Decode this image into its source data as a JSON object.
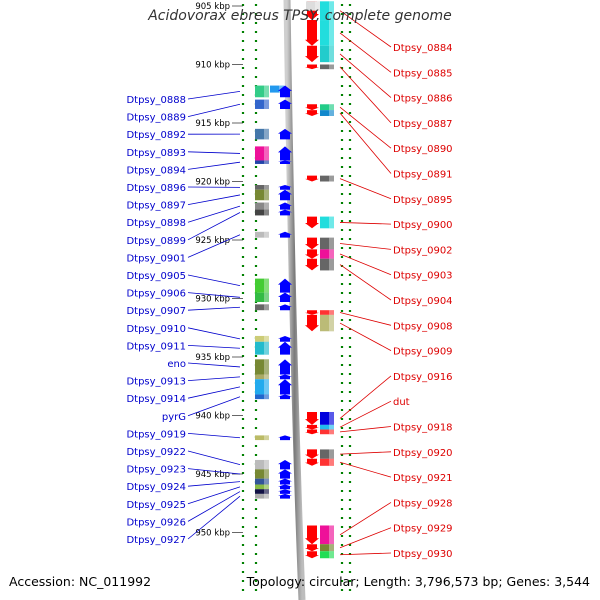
{
  "title": "Acidovorax ebreus TPSY, complete genome",
  "footer": {
    "accession": "Accession: NC_011992",
    "summary": "Topology: circular; Length: 3,796,573 bp; Genes: 3,544"
  },
  "colors": {
    "left_label": "#0000cc",
    "right_label": "#dd0000",
    "forward_arrow": "#0000ff",
    "reverse_arrow": "#ff0000",
    "tick": "#008000",
    "backbone": "#888888"
  },
  "scale": [
    {
      "label": "905 kbp",
      "kbp": 905
    },
    {
      "label": "910 kbp",
      "kbp": 910
    },
    {
      "label": "915 kbp",
      "kbp": 915
    },
    {
      "label": "920 kbp",
      "kbp": 920
    },
    {
      "label": "925 kbp",
      "kbp": 925
    },
    {
      "label": "930 kbp",
      "kbp": 930
    },
    {
      "label": "935 kbp",
      "kbp": 935
    },
    {
      "label": "940 kbp",
      "kbp": 940
    },
    {
      "label": "945 kbp",
      "kbp": 945
    },
    {
      "label": "950 kbp",
      "kbp": 950
    }
  ],
  "left_genes": [
    {
      "name": "Dtpsy_0888",
      "start": 911.8,
      "end": 912.8,
      "color": "#33cc88",
      "color2": "#2299ee"
    },
    {
      "name": "Dtpsy_0889",
      "start": 913.0,
      "end": 913.8,
      "color": "#3366cc"
    },
    {
      "name": "Dtpsy_0892",
      "start": 915.5,
      "end": 916.4,
      "color": "#4477aa"
    },
    {
      "name": "Dtpsy_0893",
      "start": 917.0,
      "end": 918.2,
      "color": "#ee1199"
    },
    {
      "name": "Dtpsy_0894",
      "start": 918.2,
      "end": 918.5,
      "color": "#2244aa"
    },
    {
      "name": "Dtpsy_0896",
      "start": 920.3,
      "end": 920.7,
      "color": "#666666"
    },
    {
      "name": "Dtpsy_0897",
      "start": 920.7,
      "end": 921.6,
      "color": "#778833"
    },
    {
      "name": "Dtpsy_0898",
      "start": 921.8,
      "end": 922.4,
      "color": "#888888"
    },
    {
      "name": "Dtpsy_0899",
      "start": 922.4,
      "end": 922.9,
      "color": "#444444"
    },
    {
      "name": "Dtpsy_0901",
      "start": 924.3,
      "end": 924.8,
      "color": "#bbbbbb"
    },
    {
      "name": "Dtpsy_0905",
      "start": 928.3,
      "end": 929.5,
      "color": "#44cc33"
    },
    {
      "name": "Dtpsy_0906",
      "start": 929.5,
      "end": 930.3,
      "color": "#33bb44"
    },
    {
      "name": "Dtpsy_0907",
      "start": 930.5,
      "end": 931.0,
      "color": "#666666"
    },
    {
      "name": "Dtpsy_0910",
      "start": 933.2,
      "end": 933.7,
      "color": "#cccc77"
    },
    {
      "name": "Dtpsy_0911",
      "start": 933.7,
      "end": 934.8,
      "color": "#22bbcc"
    },
    {
      "name": "eno",
      "start": 935.2,
      "end": 936.5,
      "color": "#778833"
    },
    {
      "name": "Dtpsy_0913",
      "start": 936.5,
      "end": 936.9,
      "color": "#aaaa66"
    },
    {
      "name": "Dtpsy_0914",
      "start": 936.9,
      "end": 938.2,
      "color": "#22aaee"
    },
    {
      "name": "pyrG",
      "start": 938.2,
      "end": 938.6,
      "color": "#2266cc"
    },
    {
      "name": "Dtpsy_0919",
      "start": 941.7,
      "end": 942.1,
      "color": "#bbbb66"
    },
    {
      "name": "Dtpsy_0922",
      "start": 943.8,
      "end": 944.6,
      "color": "#bbbbbb"
    },
    {
      "name": "Dtpsy_0923",
      "start": 944.6,
      "end": 945.4,
      "color": "#778833"
    },
    {
      "name": "Dtpsy_0924",
      "start": 945.4,
      "end": 945.9,
      "color": "#335599"
    },
    {
      "name": "Dtpsy_0925",
      "start": 945.9,
      "end": 946.3,
      "color": "#88bb44"
    },
    {
      "name": "Dtpsy_0926",
      "start": 946.3,
      "end": 946.7,
      "color": "#111144"
    },
    {
      "name": "Dtpsy_0927",
      "start": 946.7,
      "end": 947.1,
      "color": "#aaaaaa"
    }
  ],
  "right_genes": [
    {
      "name": "Dtpsy_0884",
      "start": 904.6,
      "end": 906.2,
      "color": "#22dddd",
      "color2": "#dddddd"
    },
    {
      "name": "Dtpsy_0885",
      "start": 906.2,
      "end": 908.4,
      "color": "#22dddd"
    },
    {
      "name": "Dtpsy_0886",
      "start": 908.4,
      "end": 909.8,
      "color": "#22cccc"
    },
    {
      "name": "Dtpsy_0887",
      "start": 910.0,
      "end": 910.4,
      "color": "#666666"
    },
    {
      "name": "Dtpsy_0890",
      "start": 913.4,
      "end": 913.9,
      "color": "#22cc88"
    },
    {
      "name": "Dtpsy_0891",
      "start": 913.9,
      "end": 914.4,
      "color": "#1188cc"
    },
    {
      "name": "Dtpsy_0895",
      "start": 919.5,
      "end": 920.0,
      "color": "#666666"
    },
    {
      "name": "Dtpsy_0900",
      "start": 923.0,
      "end": 924.0,
      "color": "#22dddd"
    },
    {
      "name": "Dtpsy_0902",
      "start": 924.8,
      "end": 925.8,
      "color": "#666666"
    },
    {
      "name": "Dtpsy_0903",
      "start": 925.8,
      "end": 926.6,
      "color": "#ee1199"
    },
    {
      "name": "Dtpsy_0904",
      "start": 926.6,
      "end": 927.6,
      "color": "#666666"
    },
    {
      "name": "Dtpsy_0908",
      "start": 931.0,
      "end": 931.4,
      "color": "#ff3333"
    },
    {
      "name": "Dtpsy_0909",
      "start": 931.4,
      "end": 932.8,
      "color": "#bbbb77"
    },
    {
      "name": "Dtpsy_0916",
      "start": 939.7,
      "end": 940.8,
      "color": "#0000dd"
    },
    {
      "name": "dut",
      "start": 940.8,
      "end": 941.2,
      "color": "#22bbee"
    },
    {
      "name": "Dtpsy_0918",
      "start": 941.2,
      "end": 941.6,
      "color": "#ff3333"
    },
    {
      "name": "Dtpsy_0920",
      "start": 942.9,
      "end": 943.7,
      "color": "#666666"
    },
    {
      "name": "Dtpsy_0921",
      "start": 943.7,
      "end": 944.3,
      "color": "#ff3333"
    },
    {
      "name": "Dtpsy_0928",
      "start": 949.4,
      "end": 951.0,
      "color": "#ee1199"
    },
    {
      "name": "Dtpsy_0929",
      "start": 951.0,
      "end": 951.6,
      "color": "#778833"
    },
    {
      "name": "Dtpsy_0930",
      "start": 951.6,
      "end": 952.2,
      "color": "#22dd55"
    }
  ]
}
